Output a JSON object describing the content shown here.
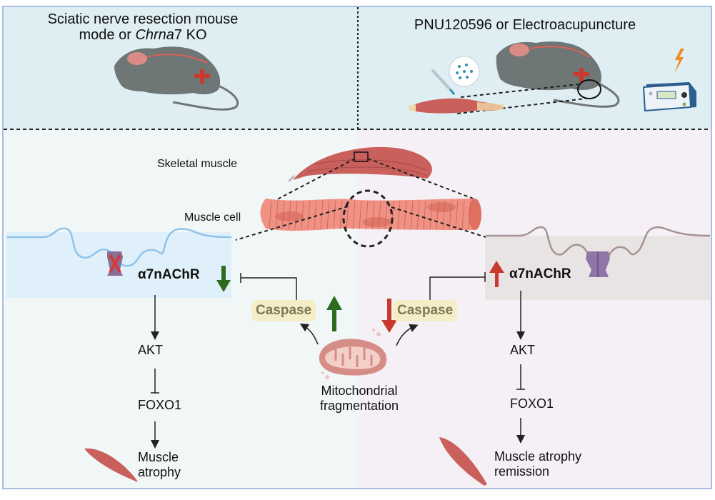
{
  "top_left_panel": {
    "title_line1": "Sciatic nerve resection mouse",
    "title_line2_prefix": "mode or ",
    "title_line2_italic": "Chrna",
    "title_line2_suffix": "7 KO"
  },
  "top_right_panel": {
    "title": "PNU120596 or Electroacupuncture"
  },
  "center": {
    "skeletal_muscle_label": "Skeletal muscle",
    "muscle_cell_label": "Muscle cell",
    "mito_line1": "Mitochondrial",
    "mito_line2": "fragmentation"
  },
  "left_pathway": {
    "receptor": "α7nAChR",
    "receptor_change": "down",
    "caspase": "Caspase",
    "caspase_change": "up",
    "akt": "AKT",
    "foxo1": "FOXO1",
    "outcome_line1": "Muscle",
    "outcome_line2": "atrophy"
  },
  "right_pathway": {
    "receptor": "α7nAChR",
    "receptor_change": "up",
    "caspase": "Caspase",
    "caspase_change": "down",
    "akt": "AKT",
    "foxo1": "FOXO1",
    "outcome_line1": "Muscle atrophy",
    "outcome_line2": "remission"
  },
  "colors": {
    "up_green": "#2e6b1f",
    "down_red": "#c83a2f",
    "muscle": "#c9605c",
    "mouse": "#6f7676"
  }
}
